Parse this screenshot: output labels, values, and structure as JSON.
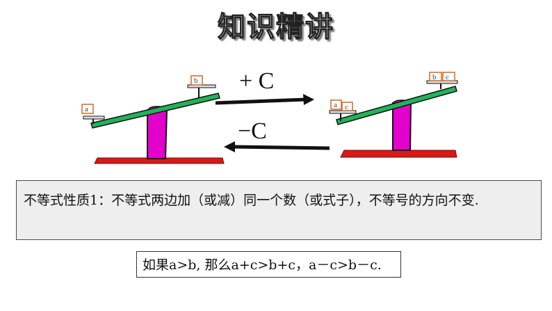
{
  "title": "知识精讲",
  "operations": {
    "add": "+ C",
    "subtract": "−C"
  },
  "weights": {
    "left_scale": [
      "a",
      "b"
    ],
    "right_scale": [
      "a",
      "c",
      "b",
      "c"
    ]
  },
  "colors": {
    "beam": "#22b35a",
    "pillar": "#e400cc",
    "base": "#d61a1a",
    "weight_border": "#d2691e",
    "box_bg": "#eeeeee"
  },
  "property": {
    "text": "不等式性质1：不等式两边加（或减）同一个数（或式子），不等号的方向不变."
  },
  "formula": {
    "text": "如果a>b, 那么a+c>b+c，a－c>b－c."
  }
}
